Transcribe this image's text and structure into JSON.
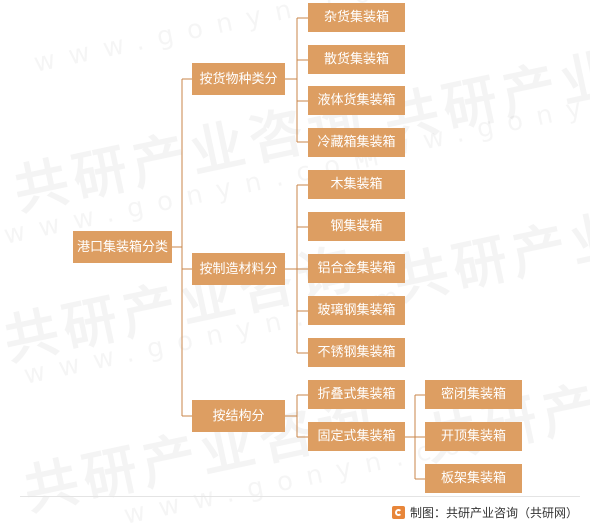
{
  "colors": {
    "box": "#dd9e62",
    "text": "#ffffff",
    "line": "#c9864a"
  },
  "watermark": {
    "brand": "共研产业咨询",
    "url": "www.gonyn.com"
  },
  "diagram": {
    "root": "港口集装箱分类",
    "groups": [
      {
        "label": "按货物种类分",
        "items": [
          {
            "label": "杂货集装箱"
          },
          {
            "label": "散货集装箱"
          },
          {
            "label": "液体货集装箱"
          },
          {
            "label": "冷藏箱集装箱"
          }
        ]
      },
      {
        "label": "按制造材料分",
        "items": [
          {
            "label": "木集装箱"
          },
          {
            "label": "钢集装箱"
          },
          {
            "label": "铝合金集装箱"
          },
          {
            "label": "玻璃钢集装箱"
          },
          {
            "label": "不锈钢集装箱"
          }
        ]
      },
      {
        "label": "按结构分",
        "items": [
          {
            "label": "折叠式集装箱"
          },
          {
            "label": "固定式集装箱",
            "children": [
              {
                "label": "密闭集装箱"
              },
              {
                "label": "开顶集装箱"
              },
              {
                "label": "板架集装箱"
              }
            ]
          }
        ]
      }
    ]
  },
  "footer": {
    "source": "制图：共研产业咨询（共研网）"
  }
}
